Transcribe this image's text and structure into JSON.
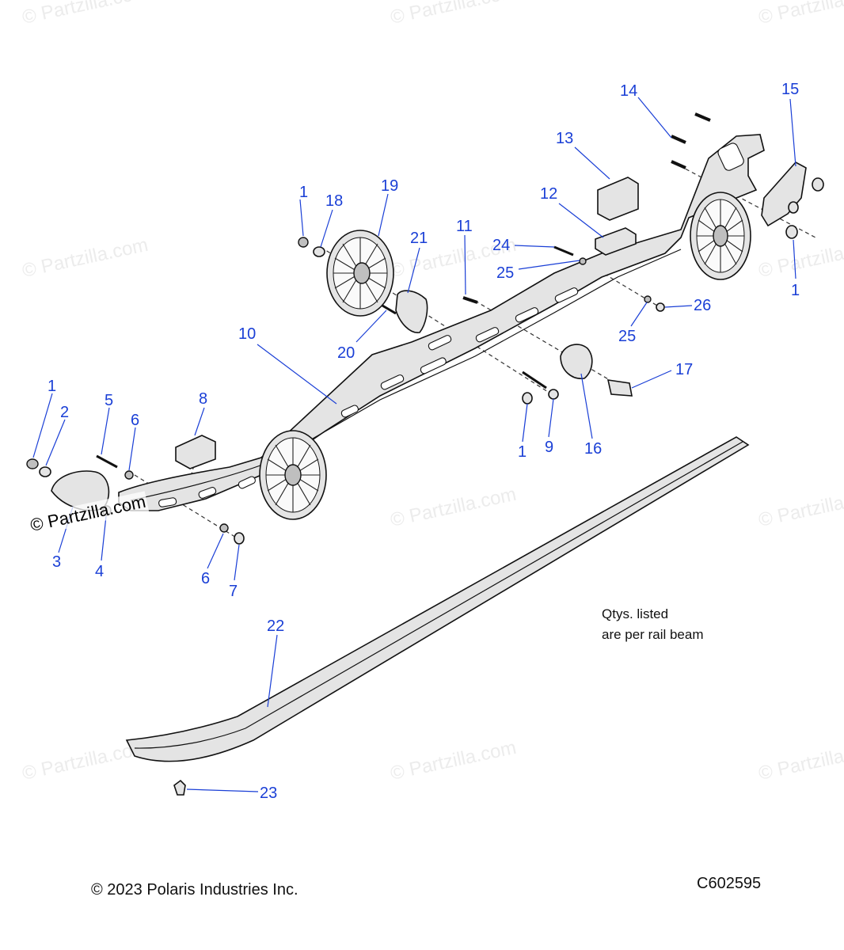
{
  "watermark": {
    "text": "© Partzilla.com"
  },
  "note": {
    "line1": "Qtys. listed",
    "line2": "are per rail beam"
  },
  "footer": {
    "copyright": "© 2023 Polaris Industries Inc.",
    "drawing_id": "C602595"
  },
  "callouts": [
    {
      "id": "c1a",
      "label": "1"
    },
    {
      "id": "c1b",
      "label": "1"
    },
    {
      "id": "c1c",
      "label": "1"
    },
    {
      "id": "c1d",
      "label": "1"
    },
    {
      "id": "c2",
      "label": "2"
    },
    {
      "id": "c3",
      "label": "3"
    },
    {
      "id": "c4",
      "label": "4"
    },
    {
      "id": "c5",
      "label": "5"
    },
    {
      "id": "c6a",
      "label": "6"
    },
    {
      "id": "c6b",
      "label": "6"
    },
    {
      "id": "c7",
      "label": "7"
    },
    {
      "id": "c8",
      "label": "8"
    },
    {
      "id": "c9",
      "label": "9"
    },
    {
      "id": "c10",
      "label": "10"
    },
    {
      "id": "c11",
      "label": "11"
    },
    {
      "id": "c12",
      "label": "12"
    },
    {
      "id": "c13",
      "label": "13"
    },
    {
      "id": "c14",
      "label": "14"
    },
    {
      "id": "c15",
      "label": "15"
    },
    {
      "id": "c16",
      "label": "16"
    },
    {
      "id": "c17",
      "label": "17"
    },
    {
      "id": "c18",
      "label": "18"
    },
    {
      "id": "c19",
      "label": "19"
    },
    {
      "id": "c20",
      "label": "20"
    },
    {
      "id": "c21",
      "label": "21"
    },
    {
      "id": "c22",
      "label": "22"
    },
    {
      "id": "c23",
      "label": "23"
    },
    {
      "id": "c24",
      "label": "24"
    },
    {
      "id": "c25a",
      "label": "25"
    },
    {
      "id": "c25b",
      "label": "25"
    },
    {
      "id": "c26",
      "label": "26"
    }
  ]
}
